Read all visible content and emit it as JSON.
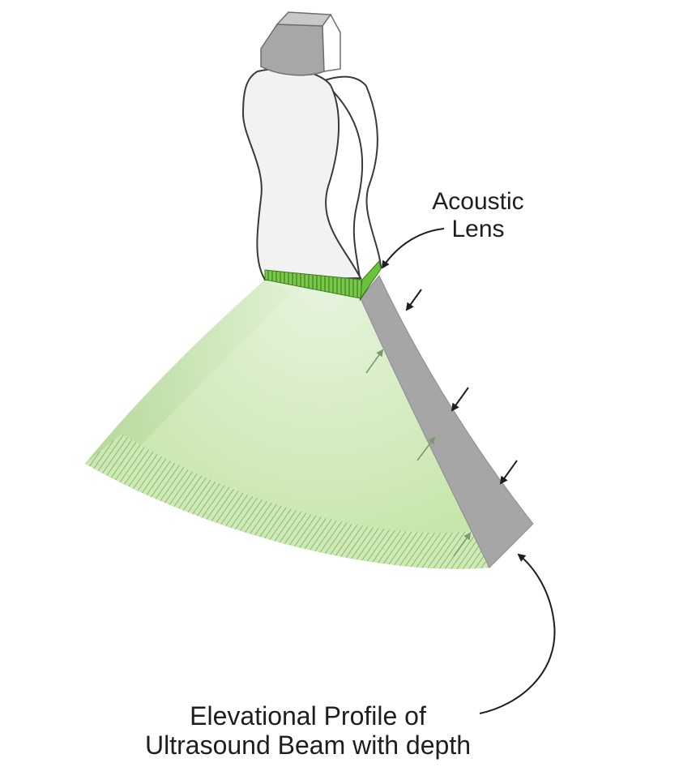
{
  "labels": {
    "lens": [
      "Acoustic",
      "Lens"
    ],
    "profile": [
      "Elevational Profile of",
      "Ultrasound Beam with depth"
    ]
  },
  "colors": {
    "beam_light": "#dff1d5",
    "beam_mid": "#c6e6a8",
    "beam_edge": "#a9d28a",
    "hatch_line": "#4f9a2c",
    "lens_green": "#6cc23a",
    "profile_gray": "#a6a6a6",
    "probe_body": "#f2f2f2",
    "probe_top": "#a7a7a7",
    "outline": "#3a3a3a"
  },
  "icons": {
    "probe": "ultrasound-probe-icon",
    "arrow": "arrow-icon"
  }
}
